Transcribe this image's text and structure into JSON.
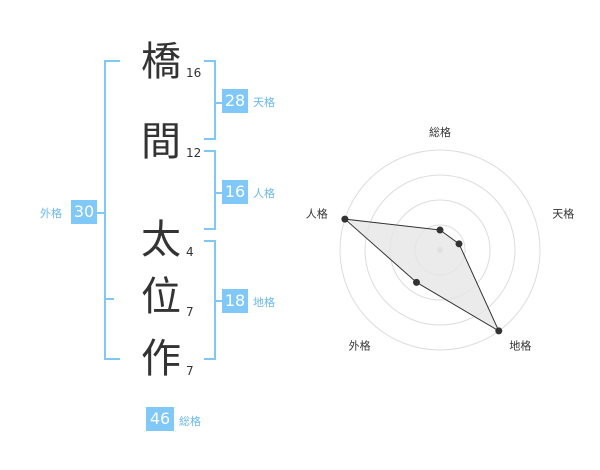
{
  "name": {
    "characters": [
      {
        "char": "橋",
        "strokes": "16"
      },
      {
        "char": "間",
        "strokes": "12"
      },
      {
        "char": "太",
        "strokes": "4"
      },
      {
        "char": "位",
        "strokes": "7"
      },
      {
        "char": "作",
        "strokes": "7"
      }
    ]
  },
  "kaku": {
    "tenkaku": {
      "value": "28",
      "label": "天格"
    },
    "jinkaku": {
      "value": "16",
      "label": "人格"
    },
    "chikaku": {
      "value": "18",
      "label": "地格"
    },
    "gaikaku": {
      "value": "30",
      "label": "外格"
    },
    "soukaku": {
      "value": "46",
      "label": "総格"
    }
  },
  "chart_data": {
    "type": "radar",
    "axes": [
      "総格",
      "天格",
      "地格",
      "外格",
      "人格"
    ],
    "rings": 4,
    "values": [
      0.2,
      0.2,
      1.0,
      0.4,
      1.0
    ],
    "colors": {
      "fill": "#e6e6e6",
      "line": "#333333",
      "grid": "#dddddd"
    }
  }
}
